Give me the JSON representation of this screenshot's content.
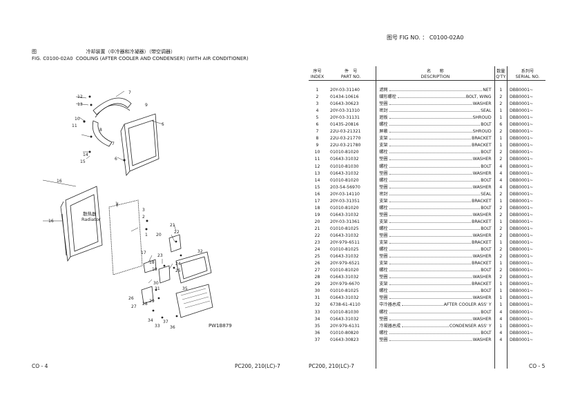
{
  "header": {
    "fig_no_label": "图号 FIG NO. ：",
    "fig_no_value": "C0100-02A0",
    "fig_label_cn": "图",
    "fig_label_en": "FIG.",
    "fig_code": "C0100-02A0",
    "title_cn": "冷却装置（中冷器和冷凝器）（带空调器）",
    "title_en": "COOLING (AFTER COOLER AND CONDENSER) (WITH AIR CONDITIONER)"
  },
  "diagram": {
    "radiator_cn": "散热器",
    "radiator_en": "Radiator",
    "drawing_code": "PW1B879",
    "callouts": [
      "1",
      "2",
      "3",
      "4",
      "5",
      "6",
      "7",
      "8",
      "9",
      "10",
      "11",
      "12",
      "13",
      "14",
      "15",
      "16",
      "17",
      "18",
      "19",
      "20",
      "21",
      "22",
      "23",
      "24",
      "25",
      "26",
      "27",
      "28",
      "29",
      "30",
      "31",
      "32",
      "33",
      "34",
      "35",
      "36",
      "37"
    ]
  },
  "table": {
    "headers": {
      "index_cn": "序号",
      "index_en": "INDEX",
      "part_cn": "件　号",
      "part_en": "PART NO.",
      "desc_cn": "名　　称",
      "desc_en": "DESCRIPTION",
      "qty_cn": "数量",
      "qty_en": "Q'TY",
      "serial_cn": "系列号",
      "serial_en": "SERIAL NO."
    },
    "rows": [
      {
        "index": "1",
        "part": "20Y-03-31140",
        "cn": "滤网",
        "en": "NET",
        "qty": "1",
        "serial": "DBB0001~"
      },
      {
        "index": "2",
        "part": "01434-10616",
        "cn": "蝶形螺栓",
        "en": "BOLT, WING",
        "qty": "2",
        "serial": "DBB0001~"
      },
      {
        "index": "3",
        "part": "01643-30623",
        "cn": "垫圈",
        "en": "WASHER",
        "qty": "2",
        "serial": "DBB0001~"
      },
      {
        "index": "4",
        "part": "20Y-03-31310",
        "cn": "密封",
        "en": "SEAL",
        "qty": "1",
        "serial": "DBB0001~"
      },
      {
        "index": "5",
        "part": "20Y-03-31131",
        "cn": "遮板",
        "en": "SHROUD",
        "qty": "1",
        "serial": "DBB0001~"
      },
      {
        "index": "6",
        "part": "01435-20816",
        "cn": "螺栓",
        "en": "BOLT",
        "qty": "6",
        "serial": "DBB0001~"
      },
      {
        "index": "7",
        "part": "22U-03-21321",
        "cn": "屏蔽",
        "en": "SHROUD",
        "qty": "2",
        "serial": "DBB0001~"
      },
      {
        "index": "8",
        "part": "22U-03-21770",
        "cn": "支架",
        "en": "BRACKET",
        "qty": "1",
        "serial": "DBB0001~"
      },
      {
        "index": "9",
        "part": "22U-03-21780",
        "cn": "支架",
        "en": "BRACKET",
        "qty": "1",
        "serial": "DBB0001~"
      },
      {
        "index": "10",
        "part": "01010-81020",
        "cn": "螺栓",
        "en": "BOLT",
        "qty": "2",
        "serial": "DBB0001~"
      },
      {
        "index": "11",
        "part": "01643-31032",
        "cn": "垫圈",
        "en": "WASHER",
        "qty": "2",
        "serial": "DBB0001~"
      },
      {
        "index": "12",
        "part": "01010-81030",
        "cn": "螺栓",
        "en": "BOLT",
        "qty": "4",
        "serial": "DBB0001~"
      },
      {
        "index": "13",
        "part": "01643-31032",
        "cn": "垫圈",
        "en": "WASHER",
        "qty": "4",
        "serial": "DBB0001~"
      },
      {
        "index": "14",
        "part": "01010-81020",
        "cn": "螺栓",
        "en": "BOLT",
        "qty": "4",
        "serial": "DBB0001~"
      },
      {
        "index": "15",
        "part": "203-54-56970",
        "cn": "垫圈",
        "en": "WASHER",
        "qty": "4",
        "serial": "DBB0001~"
      },
      {
        "index": "16",
        "part": "20Y-03-14110",
        "cn": "密封",
        "en": "SEAL",
        "qty": "2",
        "serial": "DBB0001~"
      },
      {
        "index": "17",
        "part": "20Y-03-31351",
        "cn": "支架",
        "en": "BRACKET",
        "qty": "1",
        "serial": "DBB0001~"
      },
      {
        "index": "18",
        "part": "01010-81020",
        "cn": "螺栓",
        "en": "BOLT",
        "qty": "2",
        "serial": "DBB0001~"
      },
      {
        "index": "19",
        "part": "01643-31032",
        "cn": "垫圈",
        "en": "WASHER",
        "qty": "2",
        "serial": "DBB0001~"
      },
      {
        "index": "20",
        "part": "20Y-03-31361",
        "cn": "支架",
        "en": "BRACKET",
        "qty": "1",
        "serial": "DBB0001~"
      },
      {
        "index": "21",
        "part": "01010-81025",
        "cn": "螺栓",
        "en": "BOLT",
        "qty": "2",
        "serial": "DBB0001~"
      },
      {
        "index": "22",
        "part": "01643-31032",
        "cn": "垫圈",
        "en": "WASHER",
        "qty": "2",
        "serial": "DBB0001~"
      },
      {
        "index": "23",
        "part": "20Y-979-6511",
        "cn": "支架",
        "en": "BRACKET",
        "qty": "1",
        "serial": "DBB0001~"
      },
      {
        "index": "24",
        "part": "01010-81025",
        "cn": "螺栓",
        "en": "BOLT",
        "qty": "2",
        "serial": "DBB0001~"
      },
      {
        "index": "25",
        "part": "01643-31032",
        "cn": "垫圈",
        "en": "WASHER",
        "qty": "2",
        "serial": "DBB0001~"
      },
      {
        "index": "26",
        "part": "20Y-979-6521",
        "cn": "支架",
        "en": "BRACKET",
        "qty": "1",
        "serial": "DBB0001~"
      },
      {
        "index": "27",
        "part": "01010-81020",
        "cn": "螺栓",
        "en": "BOLT",
        "qty": "2",
        "serial": "DBB0001~"
      },
      {
        "index": "28",
        "part": "01643-31032",
        "cn": "垫圈",
        "en": "WASHER",
        "qty": "2",
        "serial": "DBB0001~"
      },
      {
        "index": "29",
        "part": "20Y-979-6670",
        "cn": "支架",
        "en": "BRACKET",
        "qty": "1",
        "serial": "DBB0001~"
      },
      {
        "index": "30",
        "part": "01010-81025",
        "cn": "螺栓",
        "en": "BOLT",
        "qty": "1",
        "serial": "DBB0001~"
      },
      {
        "index": "31",
        "part": "01643-31032",
        "cn": "垫圈",
        "en": "WASHER",
        "qty": "1",
        "serial": "DBB0001~"
      },
      {
        "index": "32",
        "part": "6738-61-4110",
        "cn": "中冷器总成",
        "en": "AFTER COOLER ASS' Y",
        "qty": "1",
        "serial": "DBB0001~"
      },
      {
        "index": "33",
        "part": "01010-81030",
        "cn": "螺栓",
        "en": "BOLT",
        "qty": "4",
        "serial": "DBB0001~"
      },
      {
        "index": "34",
        "part": "01643-31032",
        "cn": "垫圈",
        "en": "WASHER",
        "qty": "4",
        "serial": "DBB0001~"
      },
      {
        "index": "35",
        "part": "20Y-979-6131",
        "cn": "冷凝器总成",
        "en": "CONDENSER ASS' Y",
        "qty": "1",
        "serial": "DBB0001~"
      },
      {
        "index": "36",
        "part": "01010-80820",
        "cn": "螺栓",
        "en": "BOLT",
        "qty": "4",
        "serial": "DBB0001~"
      },
      {
        "index": "37",
        "part": "01643-30823",
        "cn": "垫圈",
        "en": "WASHER",
        "qty": "4",
        "serial": "DBB0001~"
      }
    ]
  },
  "footer": {
    "left_page": "CO - 4",
    "left_model": "PC200, 210(LC)-7",
    "right_model": "PC200, 210(LC)-7",
    "right_page": "CO - 5"
  }
}
